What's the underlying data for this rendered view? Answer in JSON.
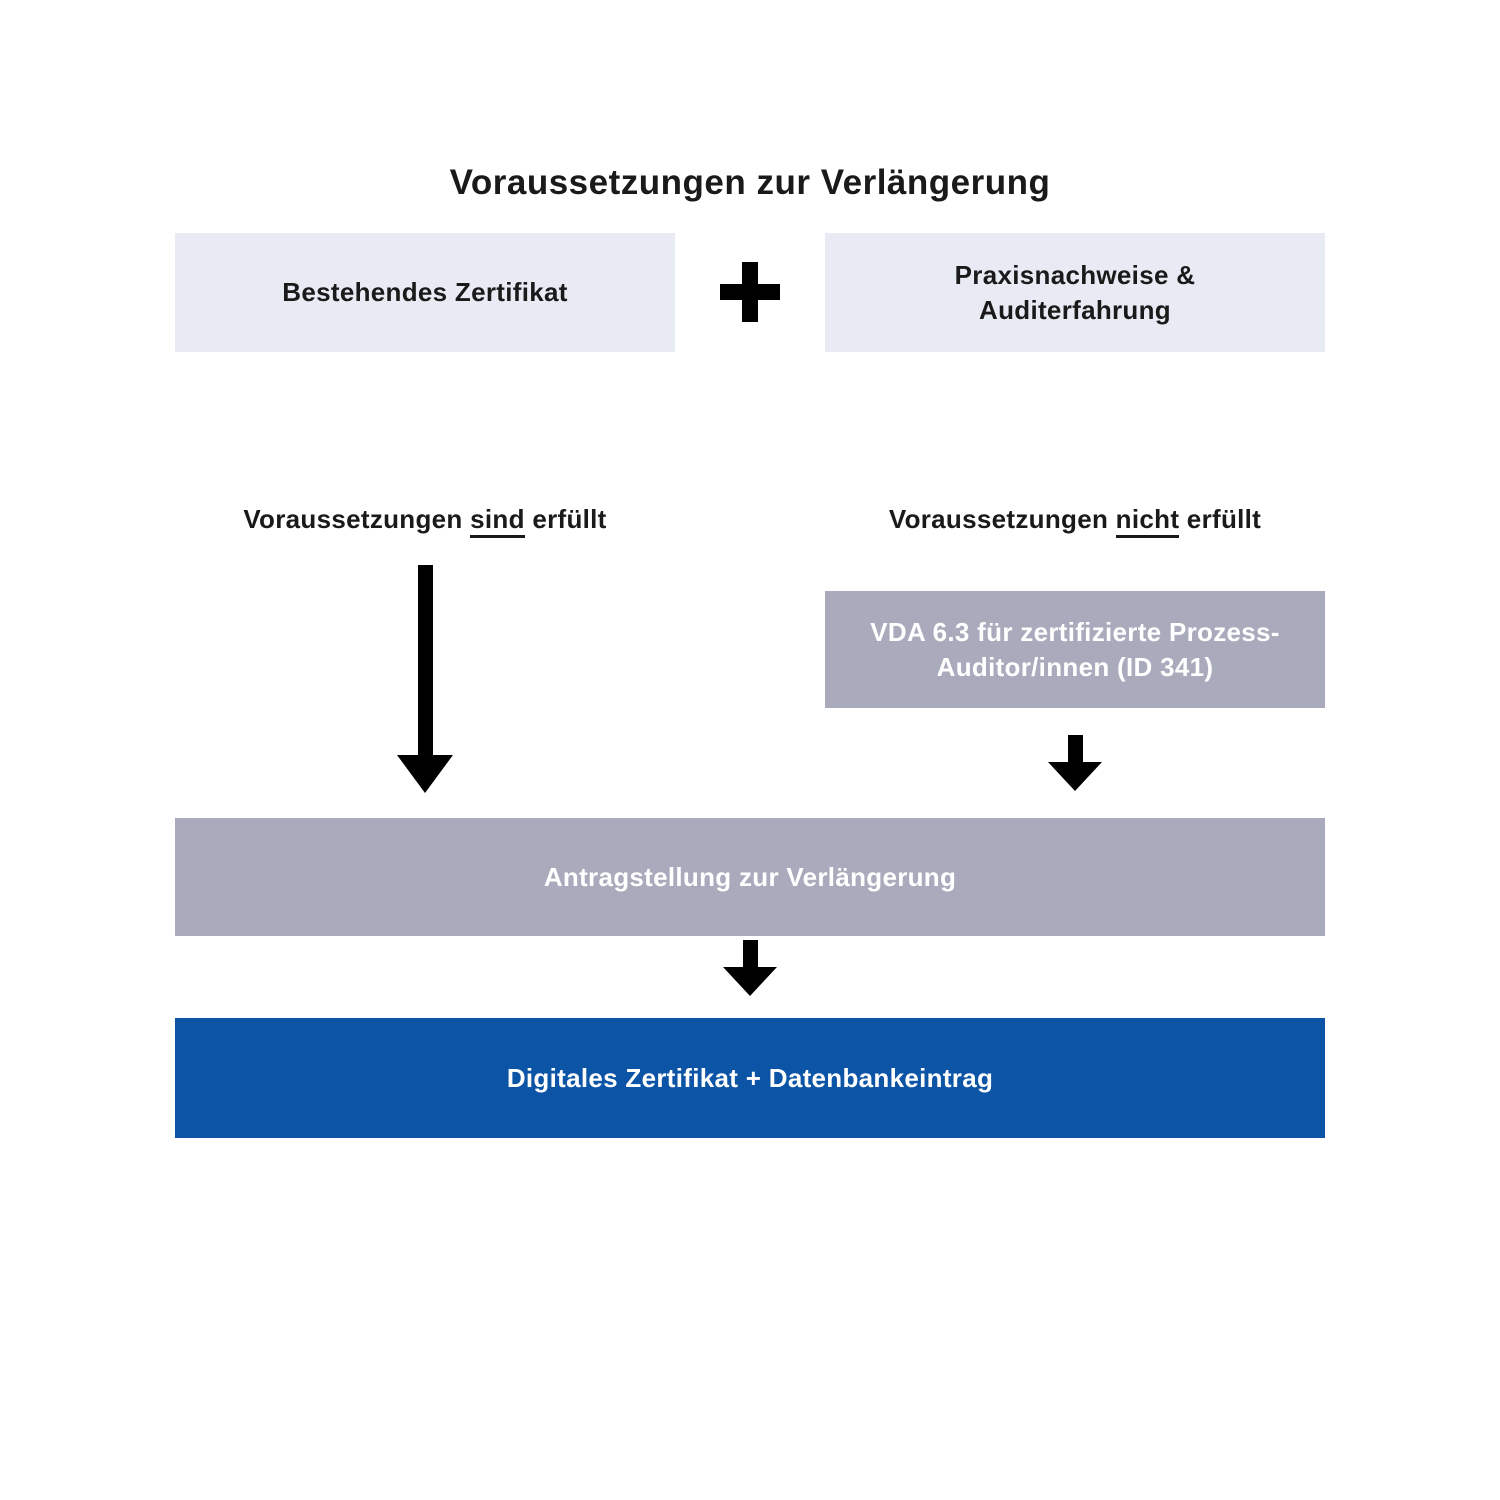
{
  "title": "Voraussetzungen zur Verlängerung",
  "colors": {
    "light_box": "#e9ebf4",
    "gray_box": "#a9abbd",
    "blue_box": "#0c54a5",
    "arrow": "#000000",
    "dark_text": "#1a1a1a",
    "light_text": "#ffffff"
  },
  "prerequisites": {
    "existing_certificate": "Bestehendes Zertifikat",
    "plus_symbol": "+",
    "practice_evidence_line1": "Praxisnachweise &",
    "practice_evidence_line2": "Auditerfahrung"
  },
  "branch_left": {
    "label_prefix": "Voraussetzungen ",
    "label_underlined": "sind",
    "label_suffix": " erfüllt"
  },
  "branch_right": {
    "label_prefix": "Voraussetzungen ",
    "label_underlined": "nicht",
    "label_suffix": " erfüllt",
    "training_box_line1": "VDA 6.3 für zertifizierte Prozess-",
    "training_box_line2": "Auditor/innen (ID 341)"
  },
  "application_box": "Antragstellung zur Verlängerung",
  "result_box": "Digitales Zertifikat + Datenbankeintrag"
}
